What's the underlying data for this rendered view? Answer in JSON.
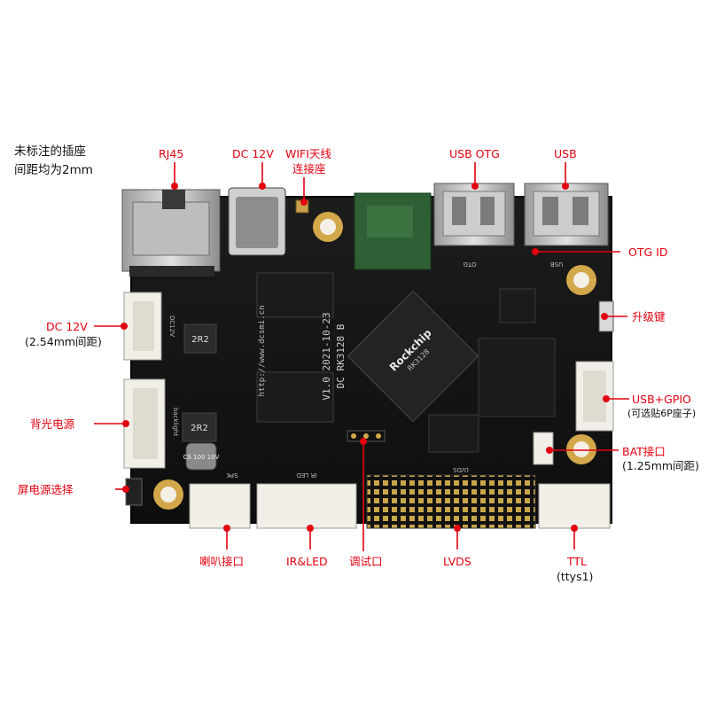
{
  "note": {
    "line1": "未标注的插座",
    "line2": "间距均为2mm"
  },
  "board_print": {
    "model": "DC RK3128 B",
    "version": "V1.0 2021-10-23",
    "url": "http://www.dcsmi.cn",
    "chip": "Rockchip",
    "chip_sub": "RK3128",
    "inductor1": "2R2",
    "inductor2": "2R2",
    "cap": "CS 100 10V",
    "dc12v": "DC12V",
    "backlight": "backlight",
    "spk": "SPK",
    "irled": "IR LED",
    "lvds": "LVDS",
    "otg": "OTG",
    "usb": "USB"
  },
  "callouts": {
    "rj45": "RJ45",
    "dc12v_top": "DC 12V",
    "wifi1": "WIFI天线",
    "wifi2": "连接座",
    "usb_otg": "USB OTG",
    "usb": "USB",
    "otg_id": "OTG ID",
    "upgrade": "升级键",
    "dc12v_left1": "DC 12V",
    "dc12v_left2": "(2.54mm间距)",
    "backlight_power": "背光电源",
    "screen_power": "屏电源选择",
    "usb_gpio1": "USB+GPIO",
    "usb_gpio2": "(可选贴6P座子)",
    "bat1": "BAT接口",
    "bat2": "(1.25mm间距)",
    "speaker": "喇叭接口",
    "irled": "IR&LED",
    "debug": "调试口",
    "lvds": "LVDS",
    "ttl1": "TTL",
    "ttl2": "(ttys1)"
  },
  "colors": {
    "callout": "#e3000f",
    "board": "#141414",
    "wifi_module": "#2f5f34",
    "connector": "#f1efe8"
  }
}
